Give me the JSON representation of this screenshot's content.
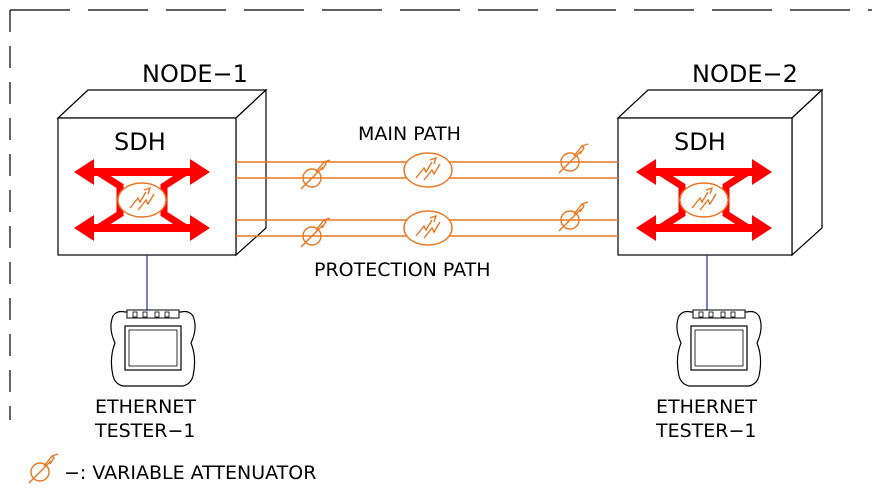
{
  "nodes": [
    {
      "name": "NODE−1",
      "device": "SDH",
      "tester": [
        "ETHERNET",
        "TESTER−1"
      ]
    },
    {
      "name": "NODE−2",
      "device": "SDH",
      "tester": [
        "ETHERNET",
        "TESTER−1"
      ]
    }
  ],
  "paths": {
    "main": "MAIN  PATH",
    "protection": "PROTECTION  PATH"
  },
  "legend": {
    "text": "−: VARIABLE  ATTENUATOR"
  },
  "colors": {
    "fiber": "#e87722",
    "arrows": "#ff0000",
    "outline": "#000000",
    "link": "#2a2aa8"
  },
  "icons": [
    "variable-attenuator-icon",
    "switch-matrix-icon",
    "ethernet-tester-icon"
  ]
}
